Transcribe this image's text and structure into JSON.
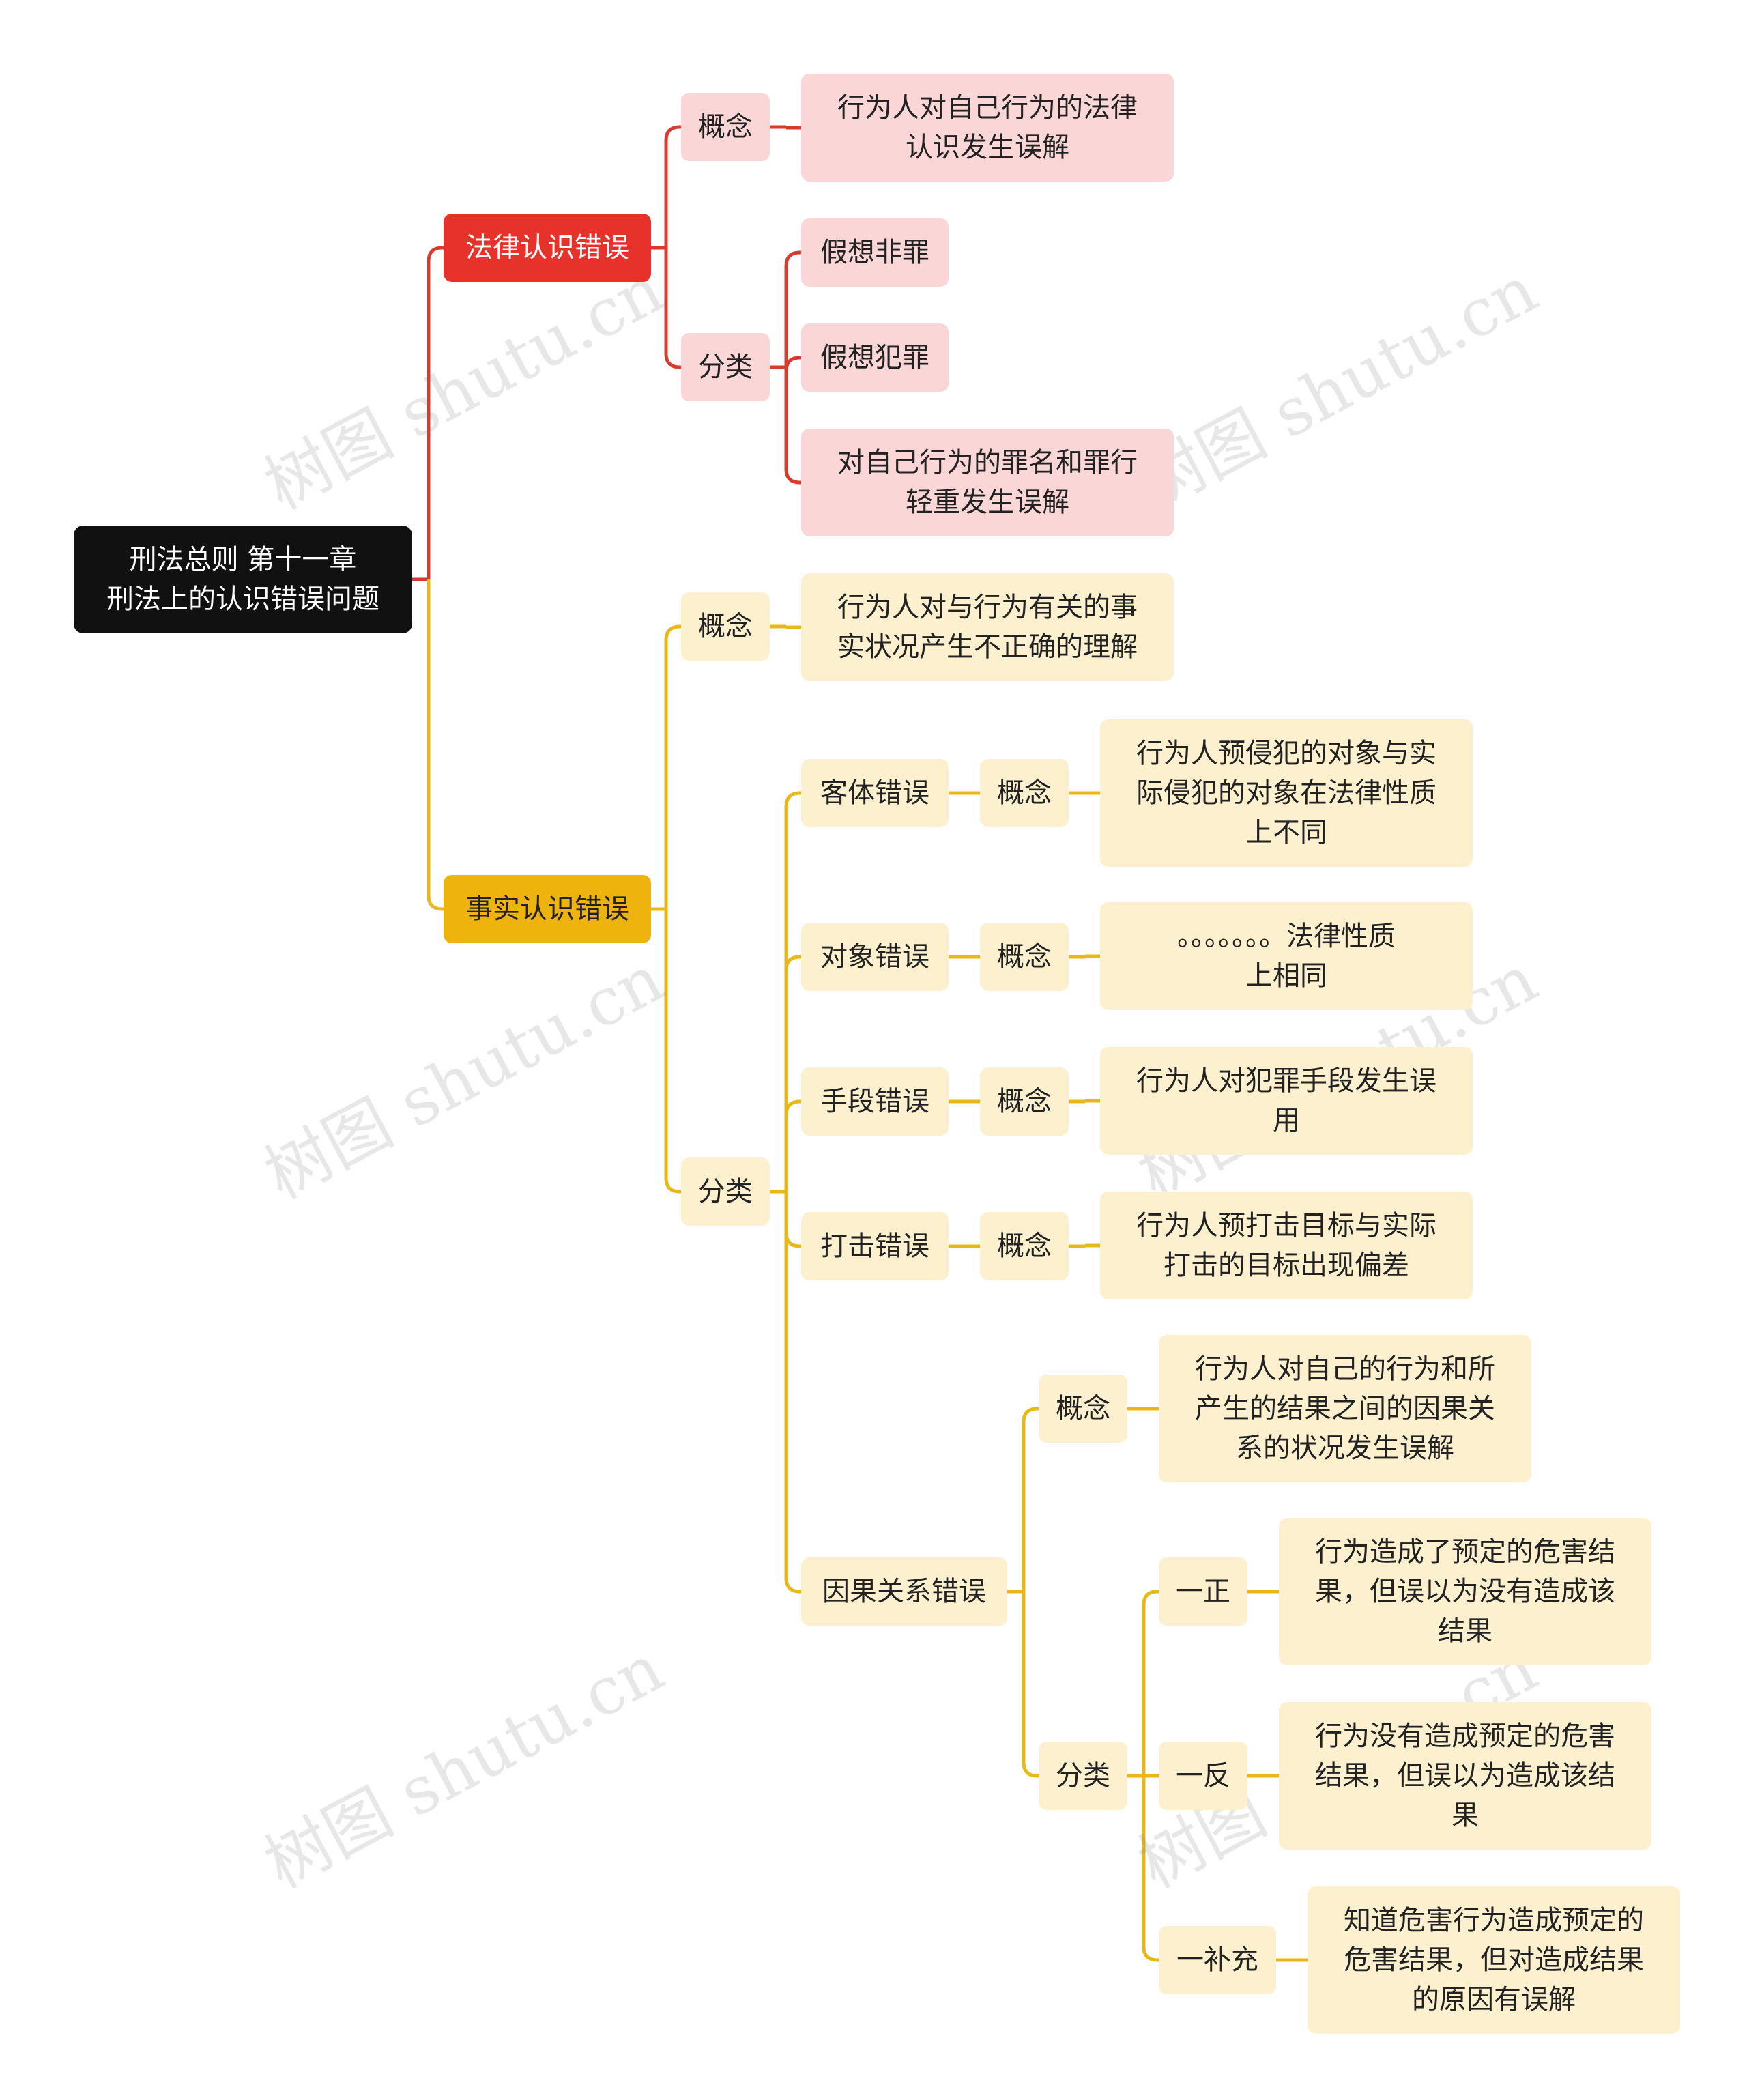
{
  "root": "刑法总则 第十一章\n刑法上的认识错误问题",
  "legal": {
    "title": "法律认识错误",
    "concept_label": "概念",
    "concept_text": "行为人对自己行为的法律\n认识发生误解",
    "class_label": "分类",
    "classes": [
      "假想非罪",
      "假想犯罪",
      "对自己行为的罪名和罪行\n轻重发生误解"
    ]
  },
  "fact": {
    "title": "事实认识错误",
    "concept_label": "概念",
    "concept_text": "行为人对与行为有关的事\n实状况产生不正确的理解",
    "class_label": "分类",
    "object_error": {
      "label": "客体错误",
      "concept_label": "概念",
      "concept_text": "行为人预侵犯的对象与实\n际侵犯的对象在法律性质\n上不同"
    },
    "target_error": {
      "label": "对象错误",
      "concept_label": "概念",
      "concept_text": "。。。。。。。法律性质\n上相同"
    },
    "means_error": {
      "label": "手段错误",
      "concept_label": "概念",
      "concept_text": "行为人对犯罪手段发生误\n用"
    },
    "strike_error": {
      "label": "打击错误",
      "concept_label": "概念",
      "concept_text": "行为人预打击目标与实际\n打击的目标出现偏差"
    },
    "causal_error": {
      "label": "因果关系错误",
      "concept_label": "概念",
      "concept_text": "行为人对自己的行为和所\n产生的结果之间的因果关\n系的状况发生误解",
      "class_label": "分类",
      "types": [
        {
          "label": "一正",
          "text": "行为造成了预定的危害结\n果，但误以为没有造成该\n结果"
        },
        {
          "label": "一反",
          "text": "行为没有造成预定的危害\n结果，但误以为造成该结\n果"
        },
        {
          "label": "一补充",
          "text": "知道危害行为造成预定的\n危害结果，但对造成结果\n的原因有误解"
        }
      ]
    }
  },
  "watermark": "树图 shutu.cn",
  "colors": {
    "root": "#111111",
    "legal": "#e6322a",
    "fact": "#eeb40d",
    "pink": "#fbd6d6",
    "cream": "#fdf0cf",
    "fact_line": "#e8b818",
    "legal_line": "#d93a30"
  }
}
